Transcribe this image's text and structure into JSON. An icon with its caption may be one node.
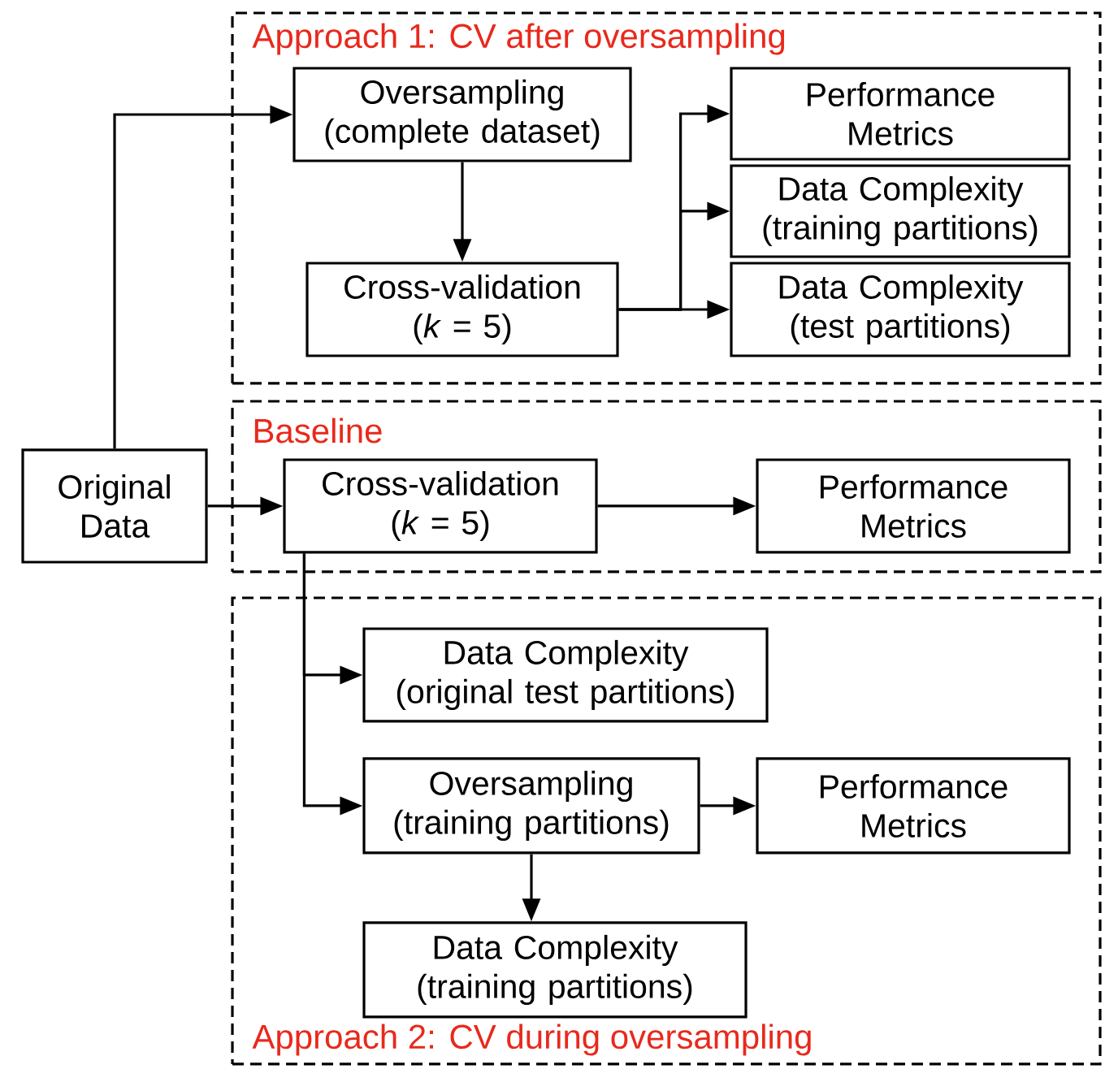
{
  "diagram": {
    "nodes": [
      {
        "text": [
          "Approach 1: CV after oversampling"
        ]
      },
      {
        "text": [
          "Oversampling (complete dataset)"
        ],
        "in": 0
      },
      {
        "text": [
          "Cross-validation (*k* = 5)"
        ],
        "in": 0
      },
      {
        "text": [
          "Performance Metrics"
        ],
        "in": 0
      },
      {
        "text": [
          "Data Complexity (training partitions)"
        ],
        "in": 0
      },
      {
        "text": [
          "Data Complexity (test partitions)"
        ],
        "in": 0
      },
      {
        "text": [
          "Baseline"
        ]
      },
      {
        "text": [
          "Cross-validation (*k* = 5)"
        ],
        "in": 6
      },
      {
        "text": [
          "Performance Metrics"
        ],
        "in": 6
      },
      {
        "text": [
          "Approach  2: CV during oversampling"
        ]
      },
      {
        "text": [
          "Data Complexity (original test partitions)"
        ],
        "in": 9
      },
      {
        "text": [
          "Oversampling (training partitions)"
        ],
        "in": 9
      },
      {
        "text": [
          "Performance Metrics"
        ],
        "in": 9
      },
      {
        "text": [
          "Data Complexity (training partitions)"
        ],
        "in": 9
      },
      {
        "text": [
          "Original Data"
        ]
      }
    ],
    "edges": [
      {
        "from": 14,
        "to": 1,
        "arrow": "to"
      },
      {
        "from": 14,
        "to": 7,
        "arrow": "to"
      },
      {
        "from": 1,
        "to": 2,
        "arrow": "to"
      },
      {
        "from": 2,
        "to": 3,
        "arrow": "to"
      },
      {
        "from": 2,
        "to": 4,
        "arrow": "to"
      },
      {
        "from": 2,
        "to": 5,
        "arrow": "to"
      },
      {
        "from": 7,
        "to": 8,
        "arrow": "to"
      },
      {
        "from": 7,
        "to": 10,
        "arrow": "to"
      },
      {
        "from": 7,
        "to": 11,
        "arrow": "to"
      },
      {
        "from": 11,
        "to": 12,
        "arrow": "to"
      },
      {
        "from": 11,
        "to": 13,
        "arrow": "to"
      }
    ]
  }
}
